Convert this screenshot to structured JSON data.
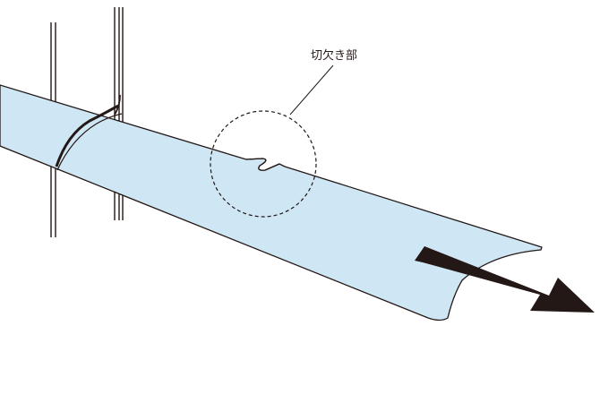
{
  "diagram": {
    "callout_label": "切欠き部",
    "colors": {
      "sheet_fill": "#cfe6f4",
      "outline": "#231815",
      "arrow": "#231815",
      "background": "#ffffff"
    },
    "elements": [
      "post-left",
      "post-right",
      "wire-tie",
      "sheet",
      "notch",
      "detail-circle",
      "pull-arrow"
    ]
  }
}
